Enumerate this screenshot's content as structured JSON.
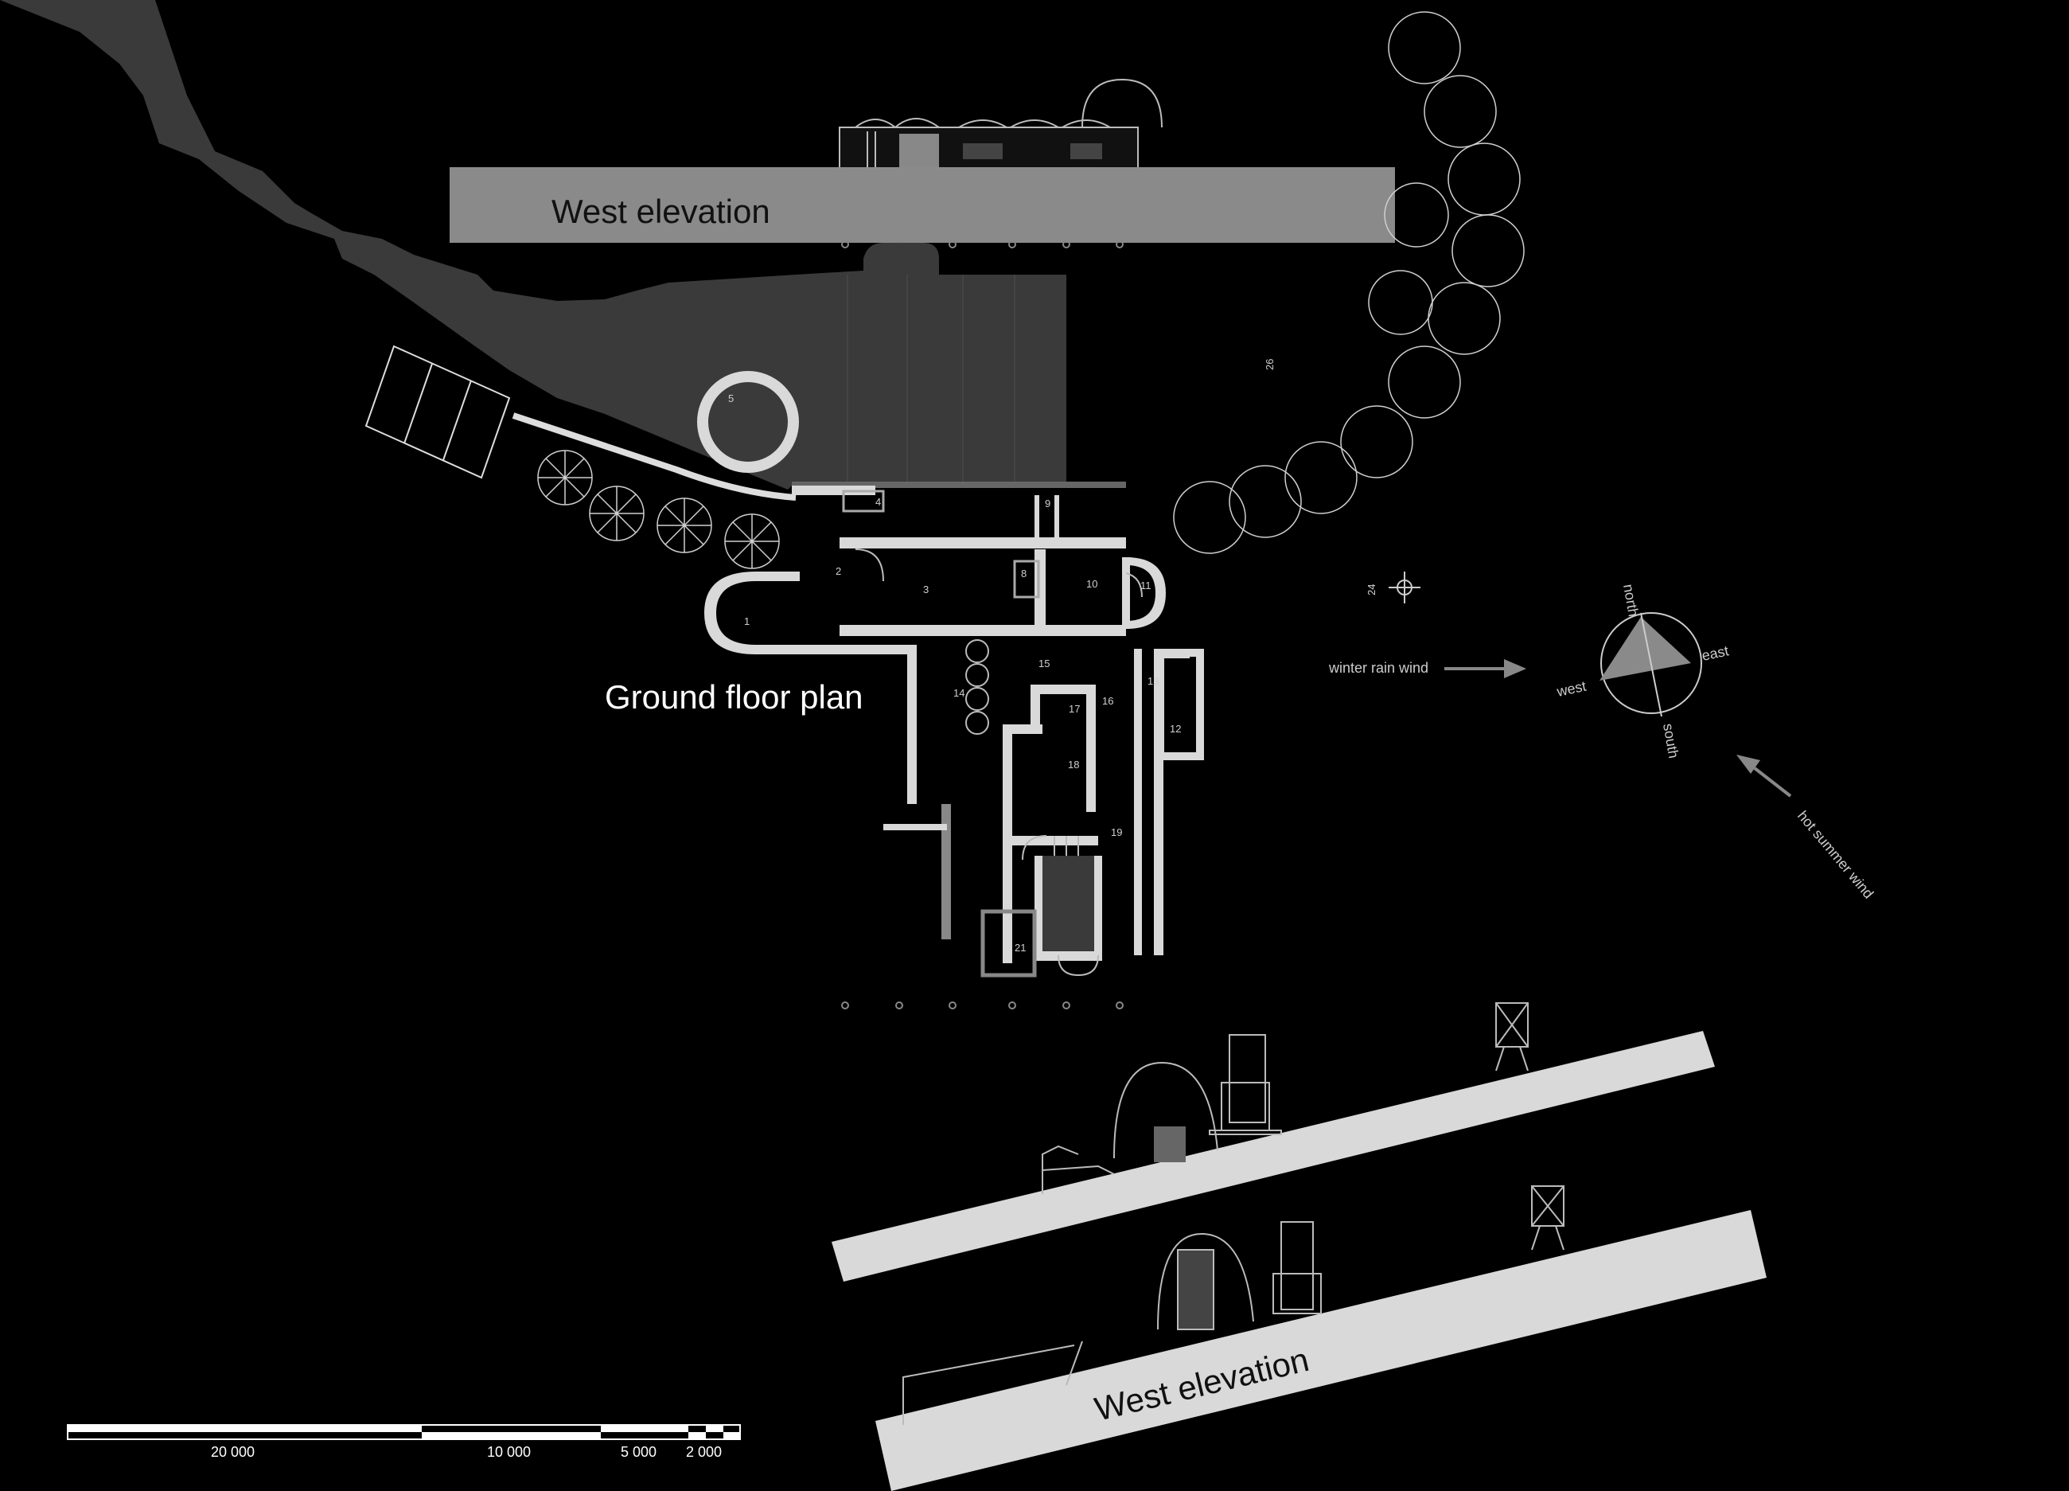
{
  "labels": {
    "west_elevation_top": "West elevation",
    "ground_floor_plan": "Ground floor plan",
    "west_elevation_bottom": "West elevation",
    "winter_rain_wind": "winter rain wind",
    "hot_summer_wind": "hot summer wind"
  },
  "compass": {
    "north": "north",
    "east": "east",
    "south": "south",
    "west": "west"
  },
  "rooms": {
    "r1": "1",
    "r2": "2",
    "r3": "3",
    "r4": "4",
    "r5": "5",
    "r8": "8",
    "r9": "9",
    "r10": "10",
    "r11": "11",
    "r12": "12",
    "r13": "13",
    "r14": "14",
    "r15": "15",
    "r16": "16",
    "r17": "17",
    "r18": "18",
    "r19": "19",
    "r21": "21",
    "r24": "24",
    "r26": "26"
  },
  "scale_bar": {
    "s20000": "20 000",
    "s10000": "10 000",
    "s5000": "5 000",
    "s2000": "2 000"
  },
  "colors": {
    "background": "#000000",
    "plan_dark": "#3a3a3a",
    "elevation_band": "#8a8a8a",
    "wall": "#d9d9d9",
    "text": "#ffffff"
  }
}
